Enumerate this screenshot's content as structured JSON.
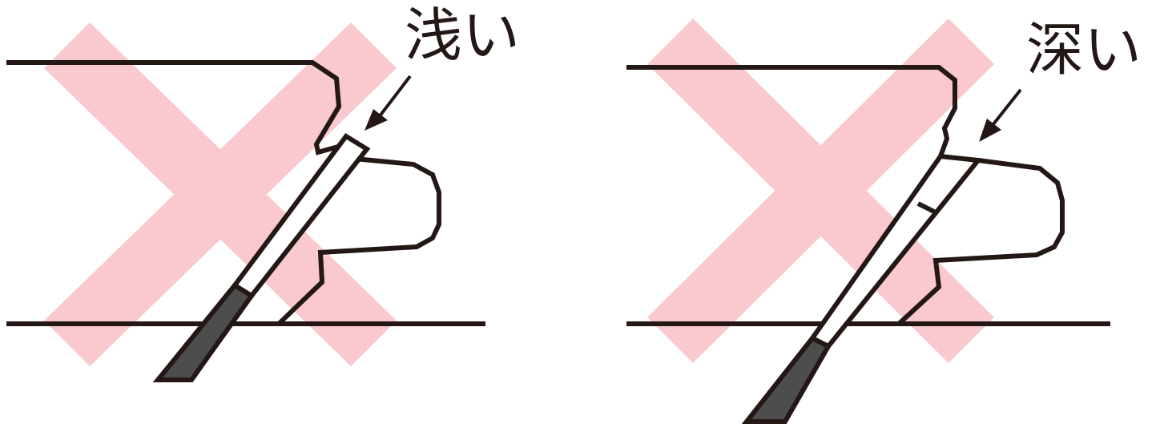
{
  "colors": {
    "cross_fill": "#f9c9cf",
    "line_stroke": "#231815",
    "tool_tip_fill": "#4d4d4d",
    "tool_body_fill": "#ffffff"
  },
  "panels": [
    {
      "label": "浅い",
      "verdict_icon": "cross-mark-icon",
      "insertion": "shallow"
    },
    {
      "label": "深い",
      "verdict_icon": "cross-mark-icon",
      "insertion": "deep"
    }
  ]
}
